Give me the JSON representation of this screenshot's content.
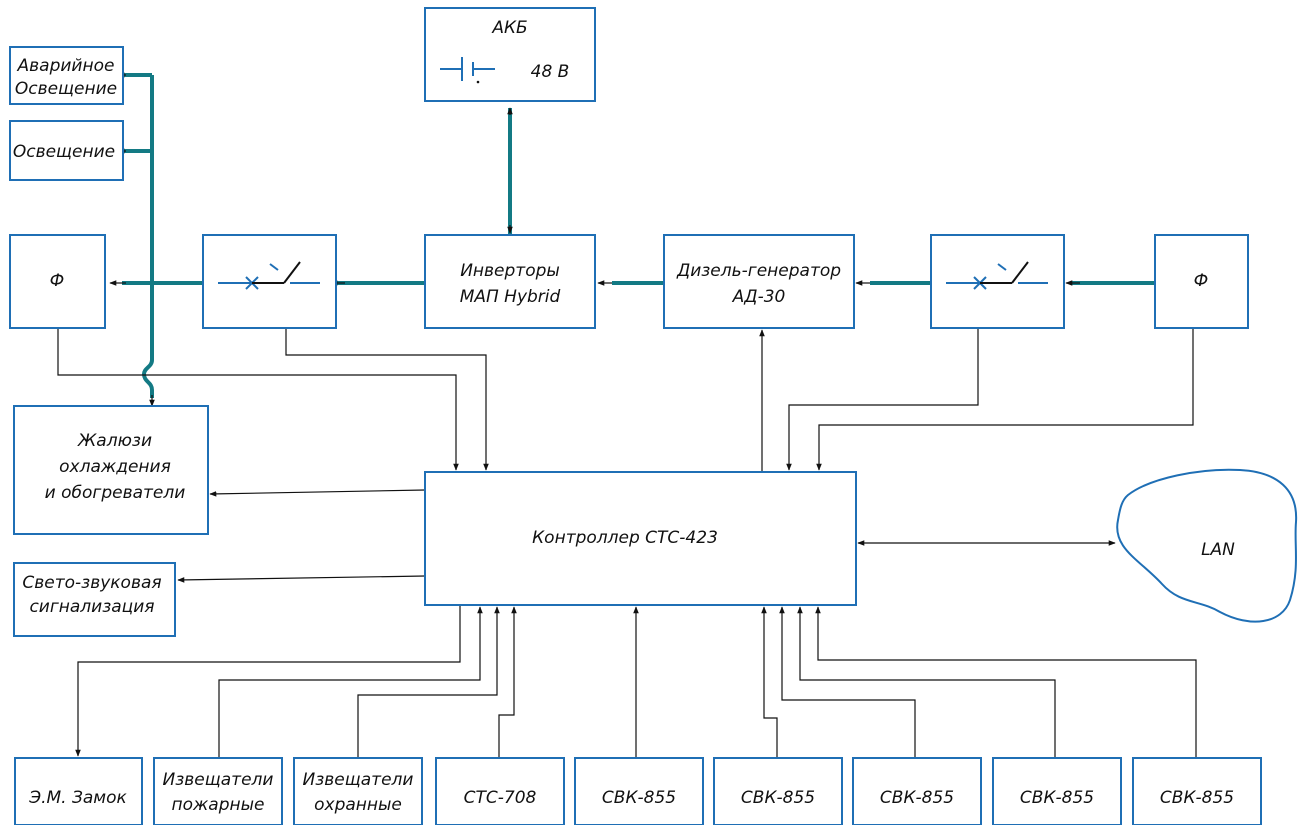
{
  "blocks": {
    "battery": {
      "title": "АКБ",
      "voltage": "48 В"
    },
    "emergency_light": [
      "Аварийное",
      "Освещение"
    ],
    "lighting": "Освещение",
    "filter_left": "Ф",
    "filter_right": "Ф",
    "inverters": [
      "Инверторы",
      "МАП Hybrid"
    ],
    "diesel": [
      "Дизель-генератор",
      "АД-30"
    ],
    "louvers": [
      "Жалюзи",
      "охлаждения",
      "и обогреватели"
    ],
    "controller": "Контроллер СТС-423",
    "lan": "LAN",
    "alarm": [
      "Свето-звуковая",
      "сигнализация"
    ],
    "lock": "Э.М. Замок",
    "fire_detectors": [
      "Извещатели",
      "пожарные"
    ],
    "security_detectors": [
      "Извещатели",
      "охранные"
    ],
    "sts708": "СТС-708",
    "svk_1": "СВК-855",
    "svk_2": "СВК-855",
    "svk_3": "СВК-855",
    "svk_4": "СВК-855",
    "svk_5": "СВК-855"
  },
  "colors": {
    "block_border": "#1f6fb5",
    "power_line": "#137a84",
    "signal_line": "#111111"
  }
}
